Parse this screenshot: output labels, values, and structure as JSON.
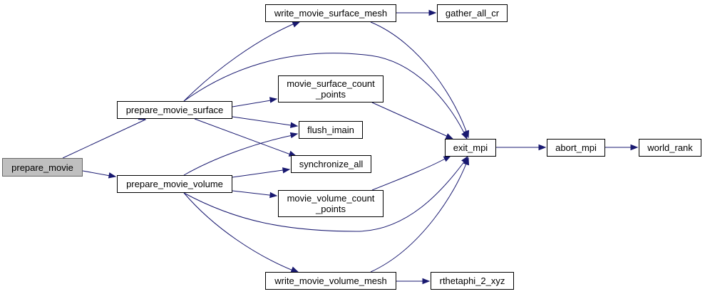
{
  "graph": {
    "edge_color": "#191970",
    "root_fill": "#bfbfbf",
    "nodes": {
      "prepare_movie": "prepare_movie",
      "prepare_movie_surface": "prepare_movie_surface",
      "prepare_movie_volume": "prepare_movie_volume",
      "write_movie_surface_mesh": "write_movie_surface_mesh",
      "gather_all_cr": "gather_all_cr",
      "movie_surface_count_points_1": "movie_surface_count",
      "movie_surface_count_points_2": "_points",
      "flush_imain": "flush_imain",
      "synchronize_all": "synchronize_all",
      "movie_volume_count_points_1": "movie_volume_count",
      "movie_volume_count_points_2": "_points",
      "write_movie_volume_mesh": "write_movie_volume_mesh",
      "rthetaphi_2_xyz": "rthetaphi_2_xyz",
      "exit_mpi": "exit_mpi",
      "abort_mpi": "abort_mpi",
      "world_rank": "world_rank"
    },
    "edges": [
      [
        "prepare_movie",
        "prepare_movie_surface"
      ],
      [
        "prepare_movie",
        "prepare_movie_volume"
      ],
      [
        "prepare_movie_surface",
        "write_movie_surface_mesh"
      ],
      [
        "prepare_movie_surface",
        "exit_mpi"
      ],
      [
        "prepare_movie_surface",
        "movie_surface_count_points"
      ],
      [
        "prepare_movie_surface",
        "flush_imain"
      ],
      [
        "prepare_movie_surface",
        "synchronize_all"
      ],
      [
        "prepare_movie_volume",
        "flush_imain"
      ],
      [
        "prepare_movie_volume",
        "synchronize_all"
      ],
      [
        "prepare_movie_volume",
        "movie_volume_count_points"
      ],
      [
        "prepare_movie_volume",
        "exit_mpi"
      ],
      [
        "prepare_movie_volume",
        "write_movie_volume_mesh"
      ],
      [
        "write_movie_surface_mesh",
        "gather_all_cr"
      ],
      [
        "write_movie_surface_mesh",
        "exit_mpi"
      ],
      [
        "movie_surface_count_points",
        "exit_mpi"
      ],
      [
        "movie_volume_count_points",
        "exit_mpi"
      ],
      [
        "write_movie_volume_mesh",
        "exit_mpi"
      ],
      [
        "write_movie_volume_mesh",
        "rthetaphi_2_xyz"
      ],
      [
        "exit_mpi",
        "abort_mpi"
      ],
      [
        "abort_mpi",
        "world_rank"
      ]
    ]
  }
}
